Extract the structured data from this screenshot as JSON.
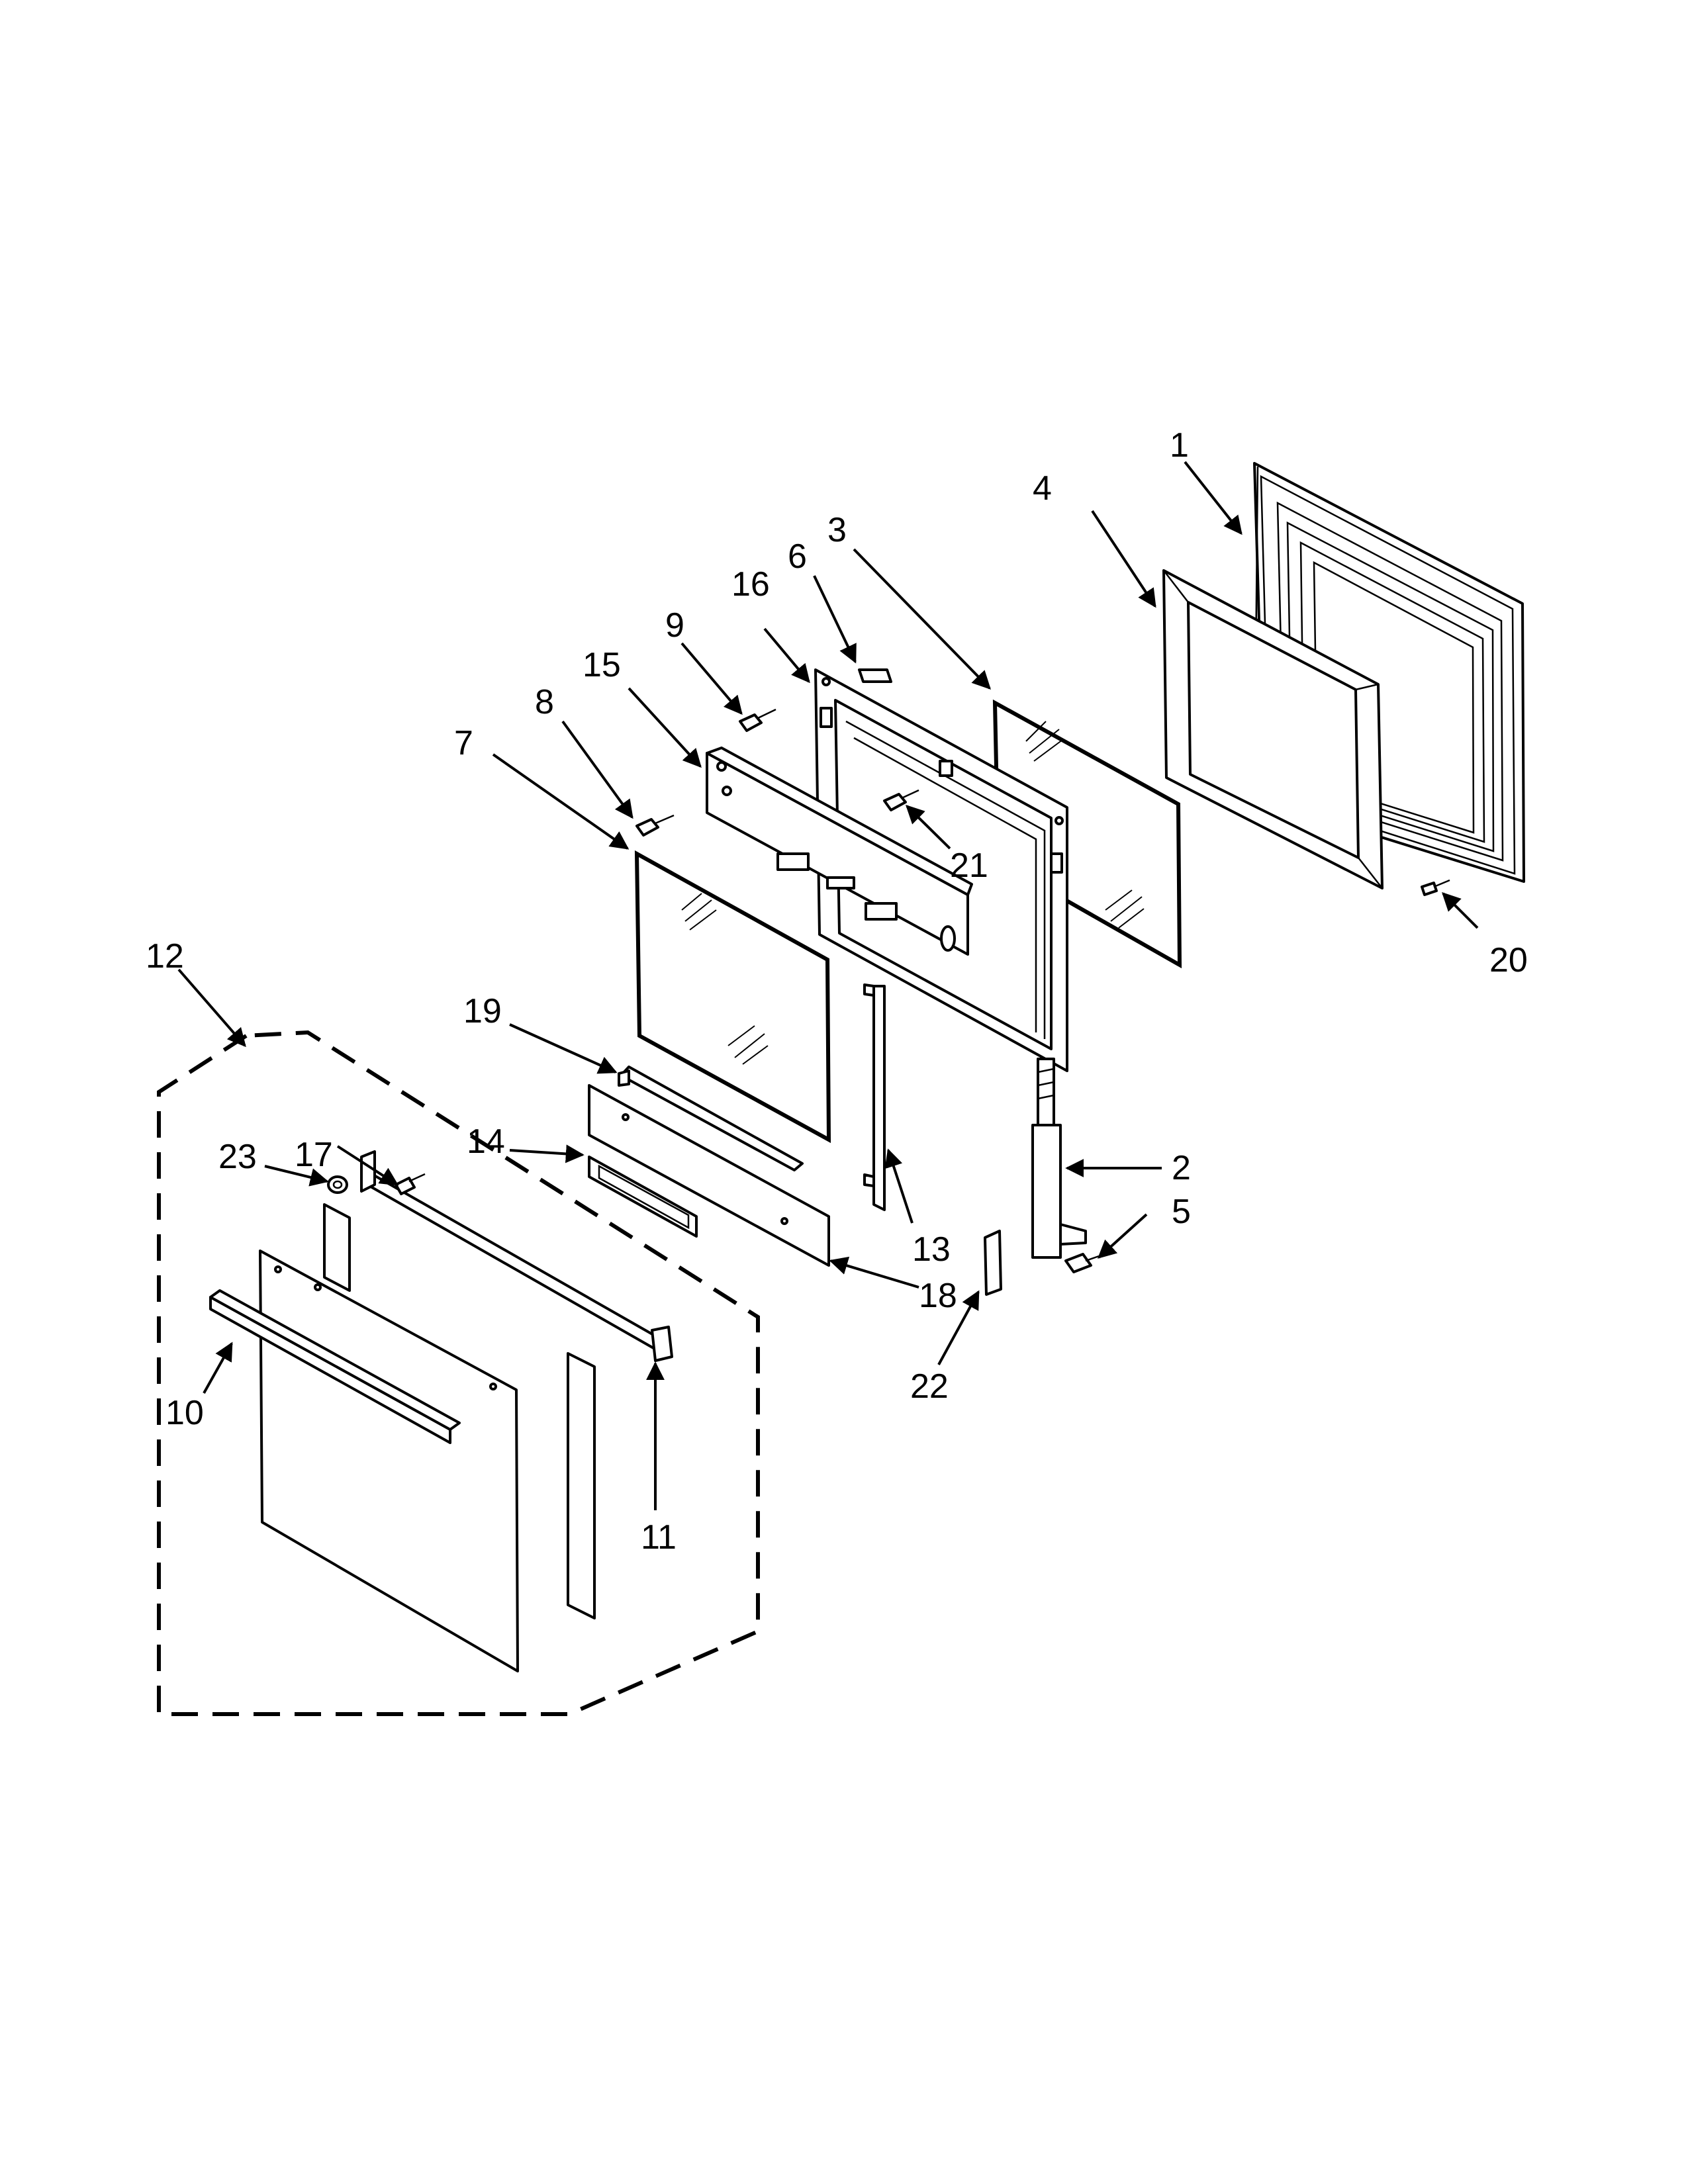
{
  "diagram": {
    "callouts": [
      {
        "id": "1",
        "label": "1"
      },
      {
        "id": "2",
        "label": "2"
      },
      {
        "id": "3",
        "label": "3"
      },
      {
        "id": "4",
        "label": "4"
      },
      {
        "id": "5",
        "label": "5"
      },
      {
        "id": "6",
        "label": "6"
      },
      {
        "id": "7",
        "label": "7"
      },
      {
        "id": "8",
        "label": "8"
      },
      {
        "id": "9",
        "label": "9"
      },
      {
        "id": "10",
        "label": "10"
      },
      {
        "id": "11",
        "label": "11"
      },
      {
        "id": "12",
        "label": "12"
      },
      {
        "id": "13",
        "label": "13"
      },
      {
        "id": "14",
        "label": "14"
      },
      {
        "id": "15",
        "label": "15"
      },
      {
        "id": "16",
        "label": "16"
      },
      {
        "id": "17",
        "label": "17"
      },
      {
        "id": "18",
        "label": "18"
      },
      {
        "id": "19",
        "label": "19"
      },
      {
        "id": "20",
        "label": "20"
      },
      {
        "id": "21",
        "label": "21"
      },
      {
        "id": "22",
        "label": "22"
      },
      {
        "id": "23",
        "label": "23"
      }
    ]
  }
}
